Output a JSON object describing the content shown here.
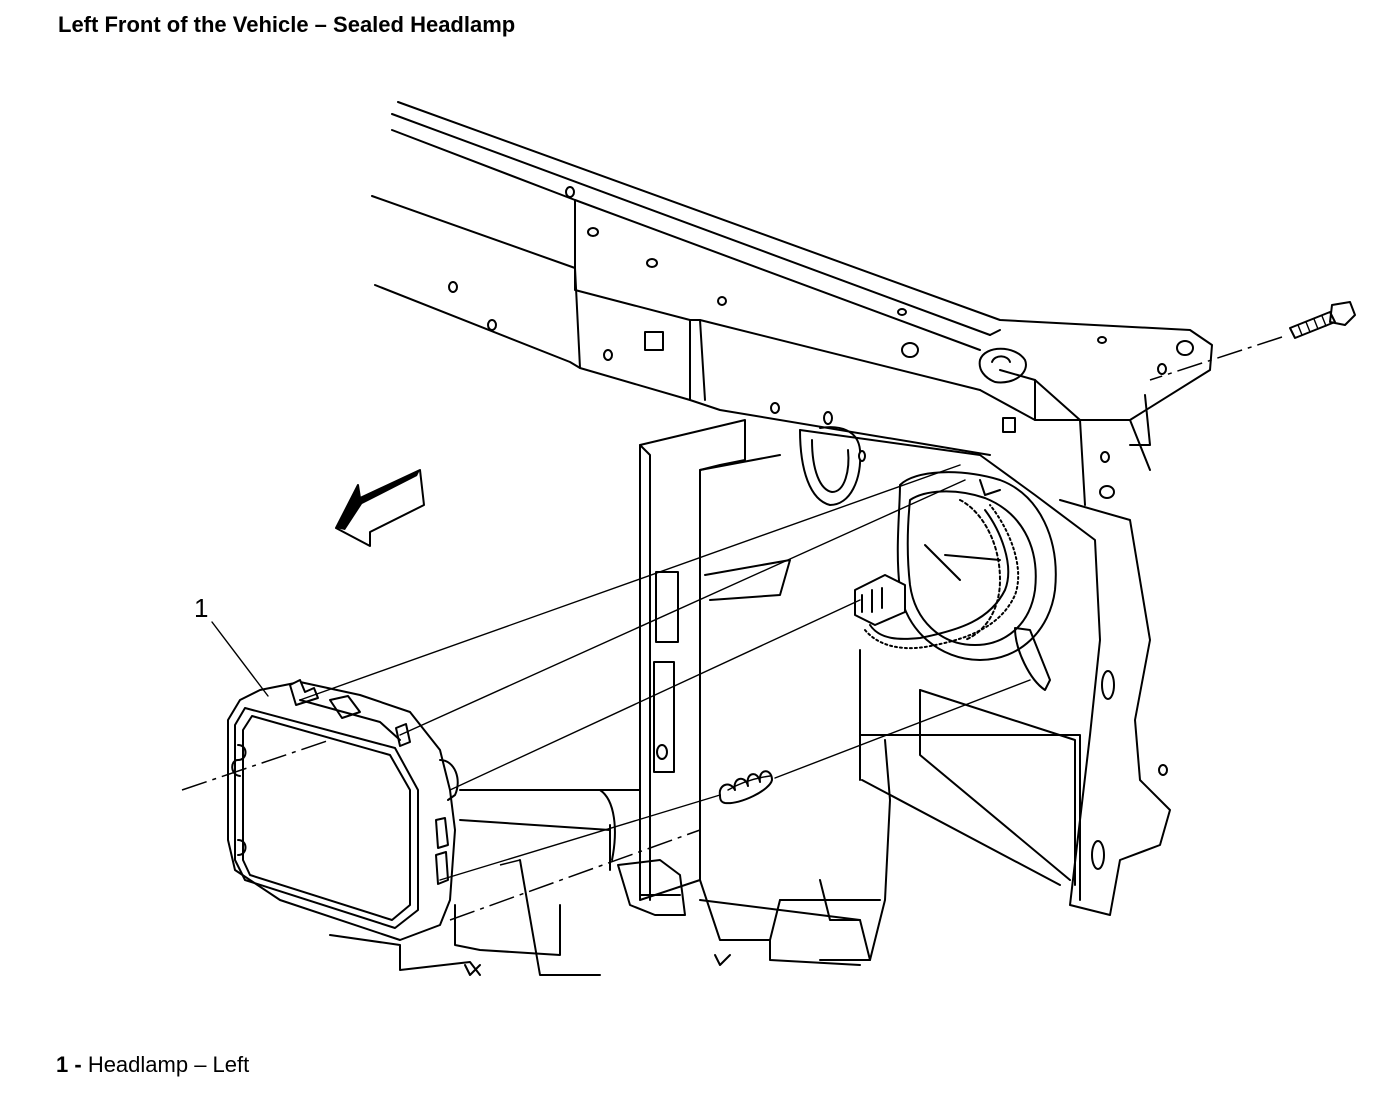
{
  "title": "Left Front of the Vehicle – Sealed Headlamp",
  "callouts": [
    {
      "id": "1",
      "label": "Headlamp – Left"
    }
  ],
  "legend": {
    "number": "1 -",
    "text": "Headlamp – Left"
  },
  "icons": [
    "front-direction-arrow-icon",
    "bolt-icon",
    "spring-icon",
    "electrical-connector-icon"
  ]
}
